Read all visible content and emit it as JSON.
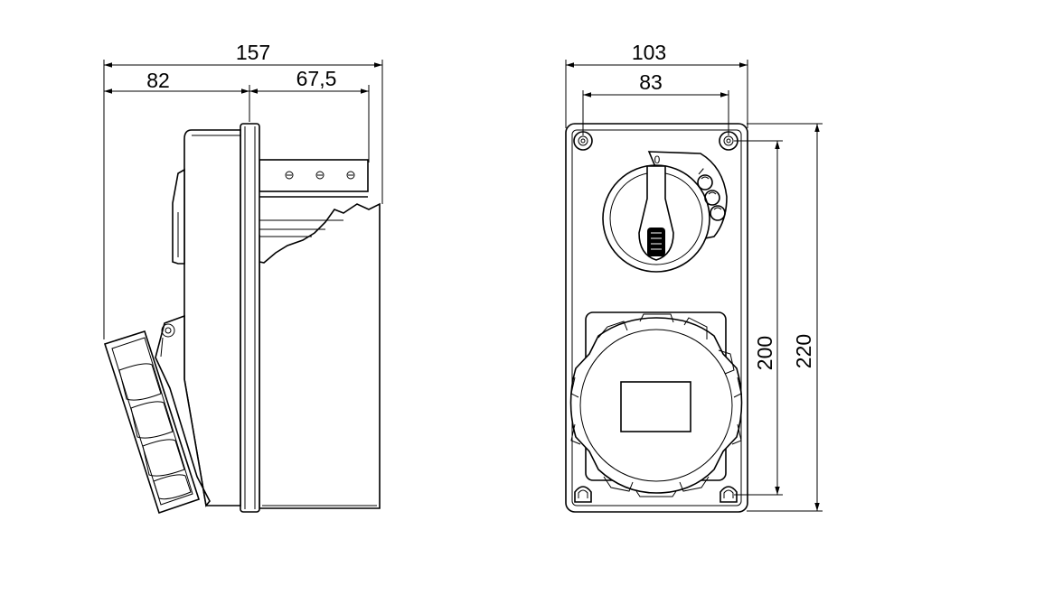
{
  "side_view": {
    "dim_total": "157",
    "dim_front": "82",
    "dim_depth": "67,5"
  },
  "front_view": {
    "dim_width": "103",
    "dim_hole_spacing_h": "83",
    "dim_hole_spacing_v": "200",
    "dim_height": "220",
    "switch_position_marks": [
      "0",
      "I"
    ]
  },
  "colors": {
    "line": "#000000",
    "background": "#ffffff"
  }
}
